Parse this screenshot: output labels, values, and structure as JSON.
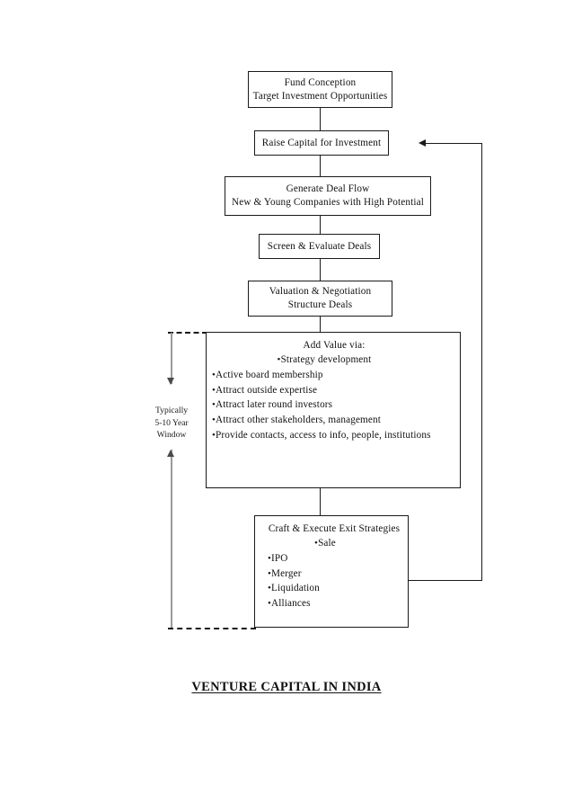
{
  "diagram": {
    "caption": "VENTURE CAPITAL IN INDIA",
    "nodes": {
      "fund_conception": {
        "line1": "Fund Conception",
        "line2": "Target Investment Opportunities"
      },
      "raise_capital": {
        "line1": "Raise Capital for Investment"
      },
      "deal_flow": {
        "line1": "Generate Deal Flow",
        "line2": "New & Young Companies with High Potential"
      },
      "screen_evaluate": {
        "line1": "Screen & Evaluate Deals"
      },
      "valuation": {
        "line1": "Valuation & Negotiation",
        "line2": "Structure Deals"
      },
      "add_value": {
        "heading": "Add Value via:",
        "first_item": "Strategy development",
        "items": [
          "Active board membership",
          "Attract outside expertise",
          "Attract later round investors",
          "Attract other stakeholders, management",
          "Provide contacts, access to info, people, institutions"
        ]
      },
      "exit_strategies": {
        "heading": "Craft & Execute Exit Strategies",
        "first_item": "Sale",
        "items": [
          "IPO",
          "Merger",
          "Liquidation",
          "Alliances"
        ]
      }
    },
    "annotation": {
      "line1": "Typically",
      "line2": "5-10 Year",
      "line3": "Window"
    },
    "bullet_glyph": "•",
    "colors": {
      "stroke": "#1a1a1a",
      "annotation_axis": "#9a9a9a",
      "background": "#ffffff"
    }
  }
}
